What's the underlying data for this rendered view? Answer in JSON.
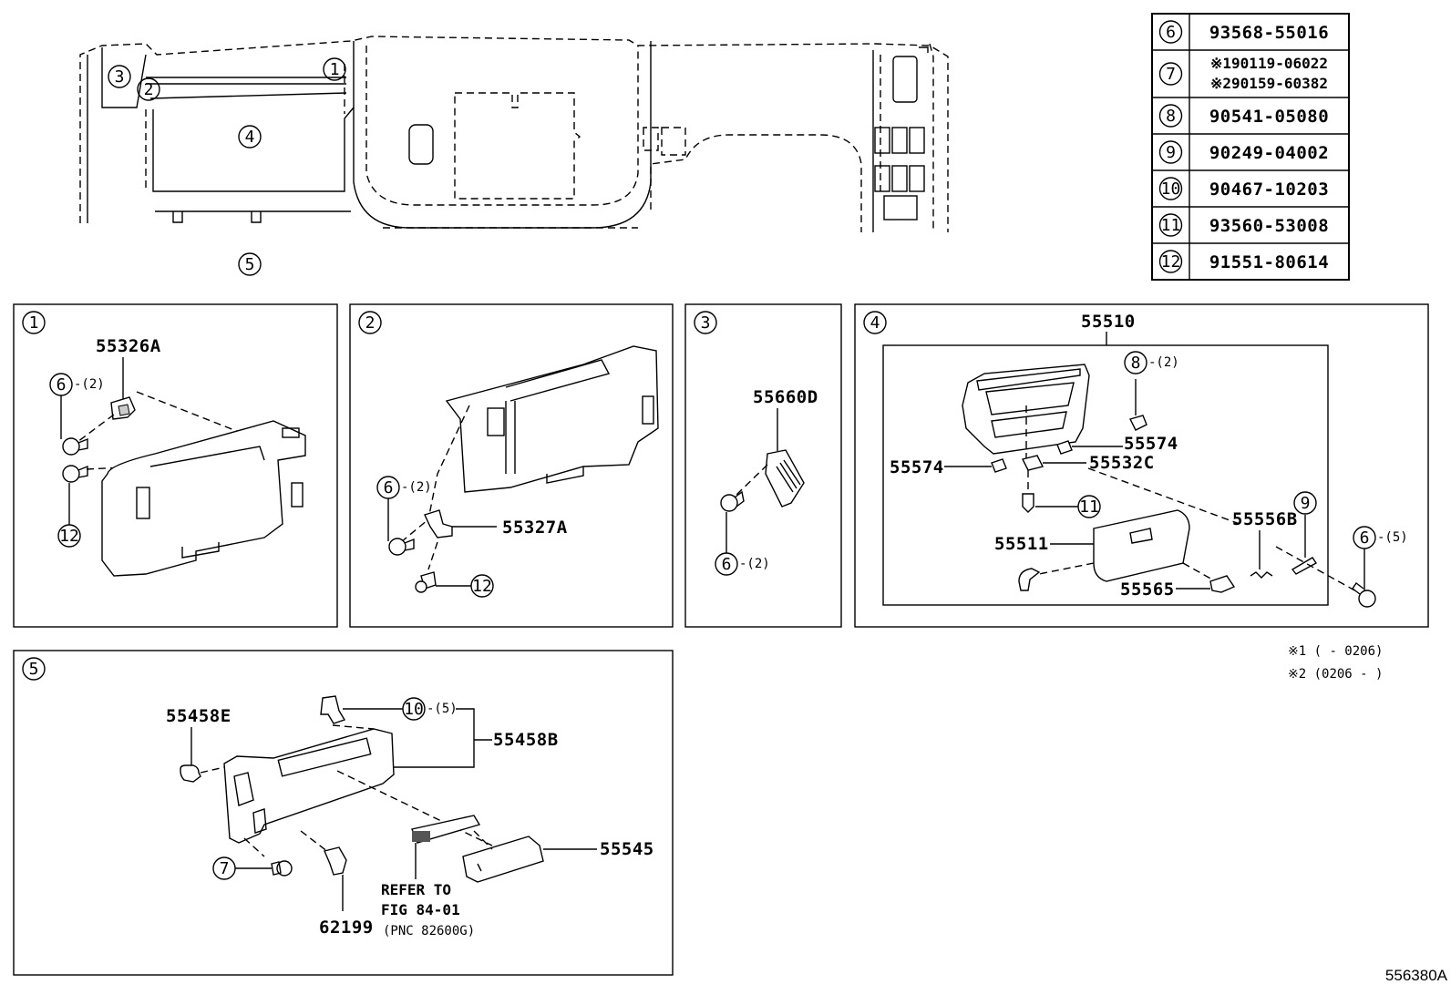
{
  "legend_rows": [
    {
      "num": "6",
      "parts": [
        "93568-55016"
      ]
    },
    {
      "num": "7",
      "parts": [
        "※190119-06022",
        "※290159-60382"
      ]
    },
    {
      "num": "8",
      "parts": [
        "90541-05080"
      ]
    },
    {
      "num": "9",
      "parts": [
        "90249-04002"
      ]
    },
    {
      "num": "10",
      "parts": [
        "90467-10203"
      ]
    },
    {
      "num": "11",
      "parts": [
        "93560-53008"
      ]
    },
    {
      "num": "12",
      "parts": [
        "91551-80614"
      ]
    }
  ],
  "overview": {
    "c1": "1",
    "c2": "2",
    "c3": "3",
    "c4": "4",
    "c5": "5"
  },
  "panel1": {
    "num": "1",
    "p55326a": "55326A",
    "c6": "6",
    "q6": "-(2)",
    "c12": "12"
  },
  "panel2": {
    "num": "2",
    "c6": "6",
    "q6": "-(2)",
    "p55327a": "55327A",
    "c12": "12"
  },
  "panel3": {
    "num": "3",
    "p55660d": "55660D",
    "c6": "6",
    "q6": "-(2)"
  },
  "panel4": {
    "num": "4",
    "p55510": "55510",
    "c8": "8",
    "q8": "-(2)",
    "p55574a": "55574",
    "p55574b": "55574",
    "p55532c": "55532C",
    "c11": "11",
    "p55556b": "55556B",
    "c9": "9",
    "p55511": "55511",
    "p55565": "55565",
    "c6": "6",
    "q6": "-(5)"
  },
  "panel5": {
    "num": "5",
    "p55458e": "55458E",
    "c10": "10",
    "q10": "-(5)",
    "p55458b": "55458B",
    "p55545": "55545",
    "c7": "7",
    "p62199": "62199",
    "refer1": "REFER TO",
    "refer2": "FIG 84-01",
    "refer3": "(PNC 82600G)"
  },
  "notes": {
    "n1": "※1 (     - 0206)",
    "n2": "※2 (0206 -     )"
  },
  "figure_id": "556380A"
}
